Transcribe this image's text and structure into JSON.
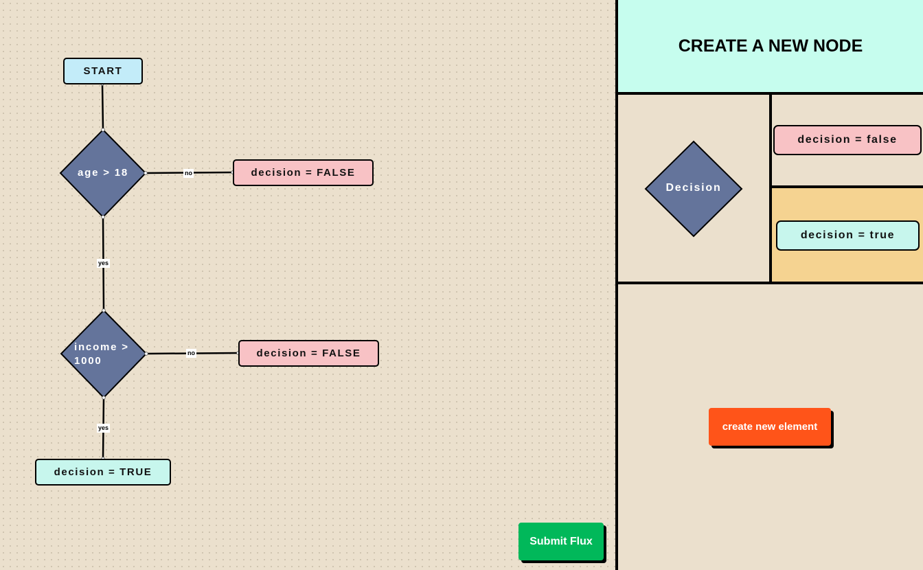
{
  "canvas": {
    "start_label": "START",
    "decision1": {
      "label": "age > 18",
      "no_label": "no",
      "yes_label": "yes",
      "no_result": "decision = FALSE"
    },
    "decision2": {
      "label_line1": "income >",
      "label_line2": "1000",
      "no_label": "no",
      "yes_label": "yes",
      "no_result": "decision = FALSE"
    },
    "true_result": "decision = TRUE",
    "submit_label": "Submit Flux"
  },
  "panel": {
    "title": "CREATE A NEW NODE",
    "decision_label": "Decision",
    "false_label": "decision = false",
    "true_label": "decision = true",
    "create_label": "create new element"
  },
  "colors": {
    "diamond": "#64749b",
    "false_box": "#f8c2c5",
    "true_box": "#c7f6ed",
    "start_box": "#c3ecf9",
    "submit": "#01b85a",
    "create": "#ff5419",
    "header": "#c6fdee",
    "true_cell": "#f5d391"
  }
}
